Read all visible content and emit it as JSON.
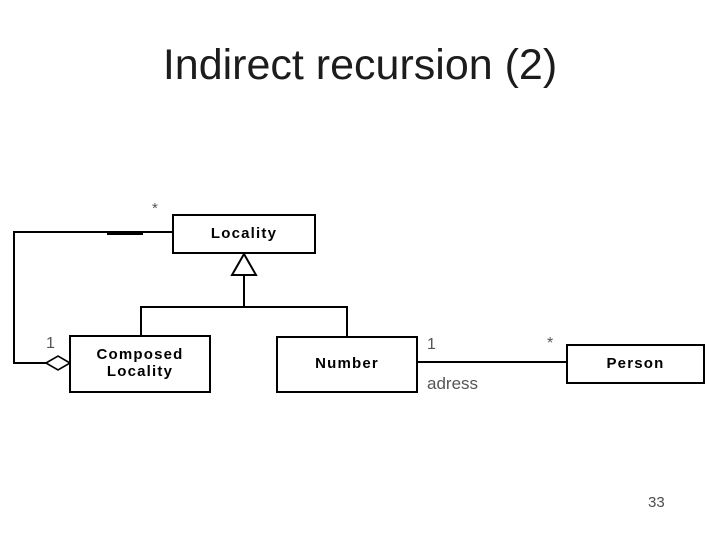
{
  "slide": {
    "title": "Indirect recursion (2)",
    "page_number": "33",
    "background_color": "#ffffff"
  },
  "diagram": {
    "type": "uml-class-diagram",
    "boxes": {
      "locality": {
        "label": "Locality"
      },
      "composed_locality": {
        "line1": "Composed",
        "line2": "Locality"
      },
      "number": {
        "label": "Number"
      },
      "person": {
        "label": "Person"
      }
    },
    "labels": {
      "locality_multiplicity": "*",
      "aggregation_multiplicity": "1",
      "number_multiplicity": "1",
      "person_multiplicity": "*",
      "association_name": "adress"
    },
    "colors": {
      "line": "#000000",
      "box_border": "#000000",
      "box_fill": "#ffffff",
      "small_label_gray": "#555555",
      "title_color": "#1c1c1c"
    }
  }
}
